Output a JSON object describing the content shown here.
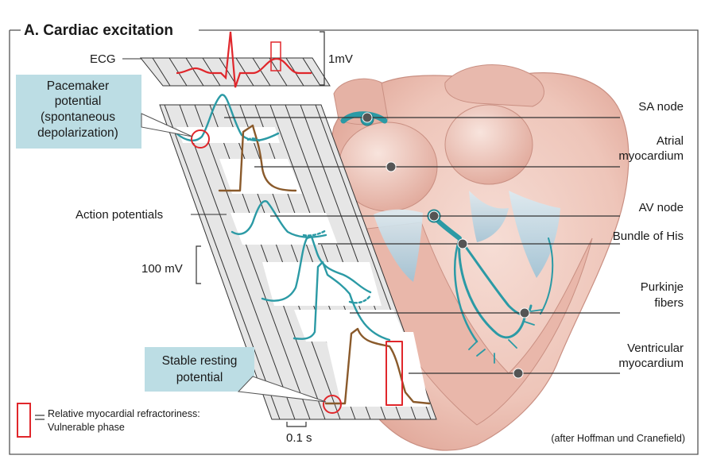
{
  "title": "A.  Cardiac excitation",
  "ecg_label": "ECG",
  "ecg_scale": "1mV",
  "pacemaker_box": [
    "Pacemaker",
    "potential",
    "(spontaneous",
    "depolarization)"
  ],
  "action_potentials_label": "Action potentials",
  "voltage_scale": "100 mV",
  "stable_box": [
    "Stable resting",
    "potential"
  ],
  "legend": {
    "line1": "Relative myocardial refractoriness:",
    "line2": "Vulnerable phase",
    "colors": {
      "refractory": "#e0262b"
    }
  },
  "time_scale": "0.1 s",
  "credit": "(after Hoffman und Cranefield)",
  "heart_labels": [
    {
      "lines": [
        "SA node"
      ]
    },
    {
      "lines": [
        "Atrial",
        "myocardium"
      ]
    },
    {
      "lines": [
        "AV node"
      ]
    },
    {
      "lines": [
        "Bundle of His"
      ]
    },
    {
      "lines": [
        "Purkinje",
        "fibers"
      ]
    },
    {
      "lines": [
        "Ventricular",
        "myocardium"
      ]
    }
  ],
  "colors": {
    "ecg_trace": "#e0262b",
    "action_potential": "#2b9aa5",
    "myocardium_potential": "#8a5a2b",
    "callout_box": "#bcdde4",
    "heart": "#efc9bf"
  }
}
